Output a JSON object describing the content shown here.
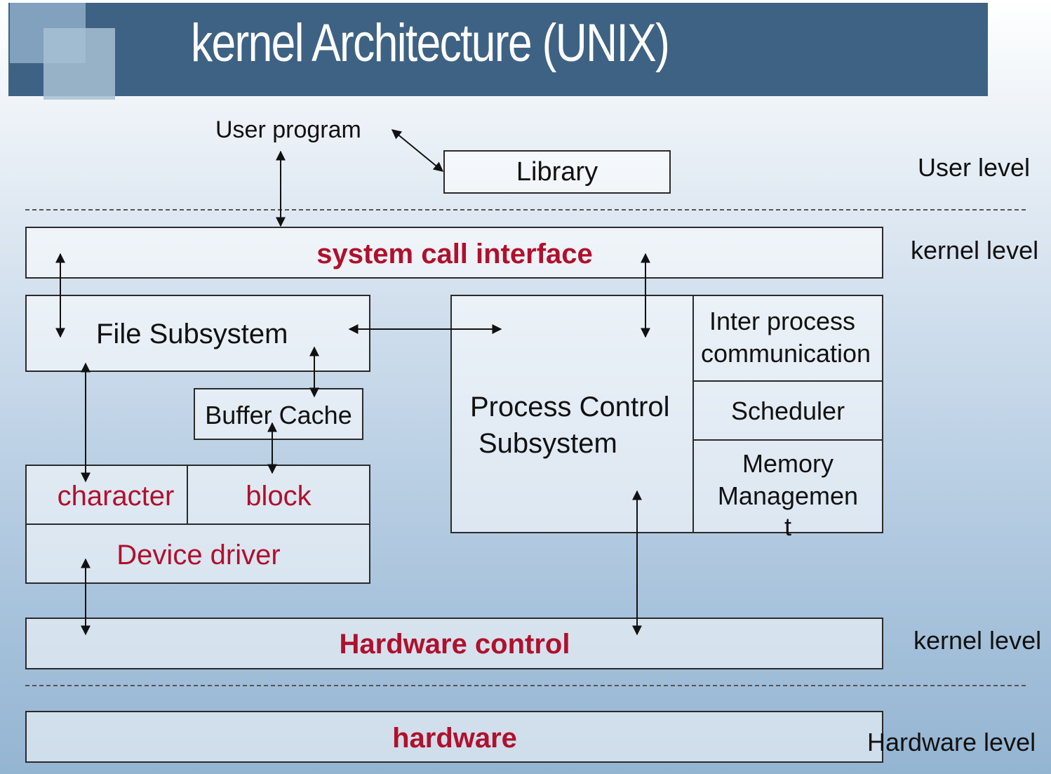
{
  "title": "kernel Architecture (UNIX)",
  "user_program": "User program",
  "library": "Library",
  "user_level": "User level",
  "kernel_level_top": "kernel level",
  "system_call_interface": "system call interface",
  "file_subsystem": "File Subsystem",
  "buffer_cache": "Buffer Cache",
  "character": "character",
  "block": "block",
  "device_driver": "Device driver",
  "process_control": [
    "Process Control",
    "Subsystem"
  ],
  "ipc": [
    "Inter process",
    "communication"
  ],
  "scheduler": "Scheduler",
  "memory_management": [
    "Memory",
    "Managemen",
    "t"
  ],
  "hardware_control": "Hardware control",
  "kernel_level_bottom": "kernel level",
  "hardware": "hardware",
  "hardware_level": "Hardware level",
  "colors": {
    "title_bar": "#3e6283",
    "accent_red": "#b0102c"
  }
}
